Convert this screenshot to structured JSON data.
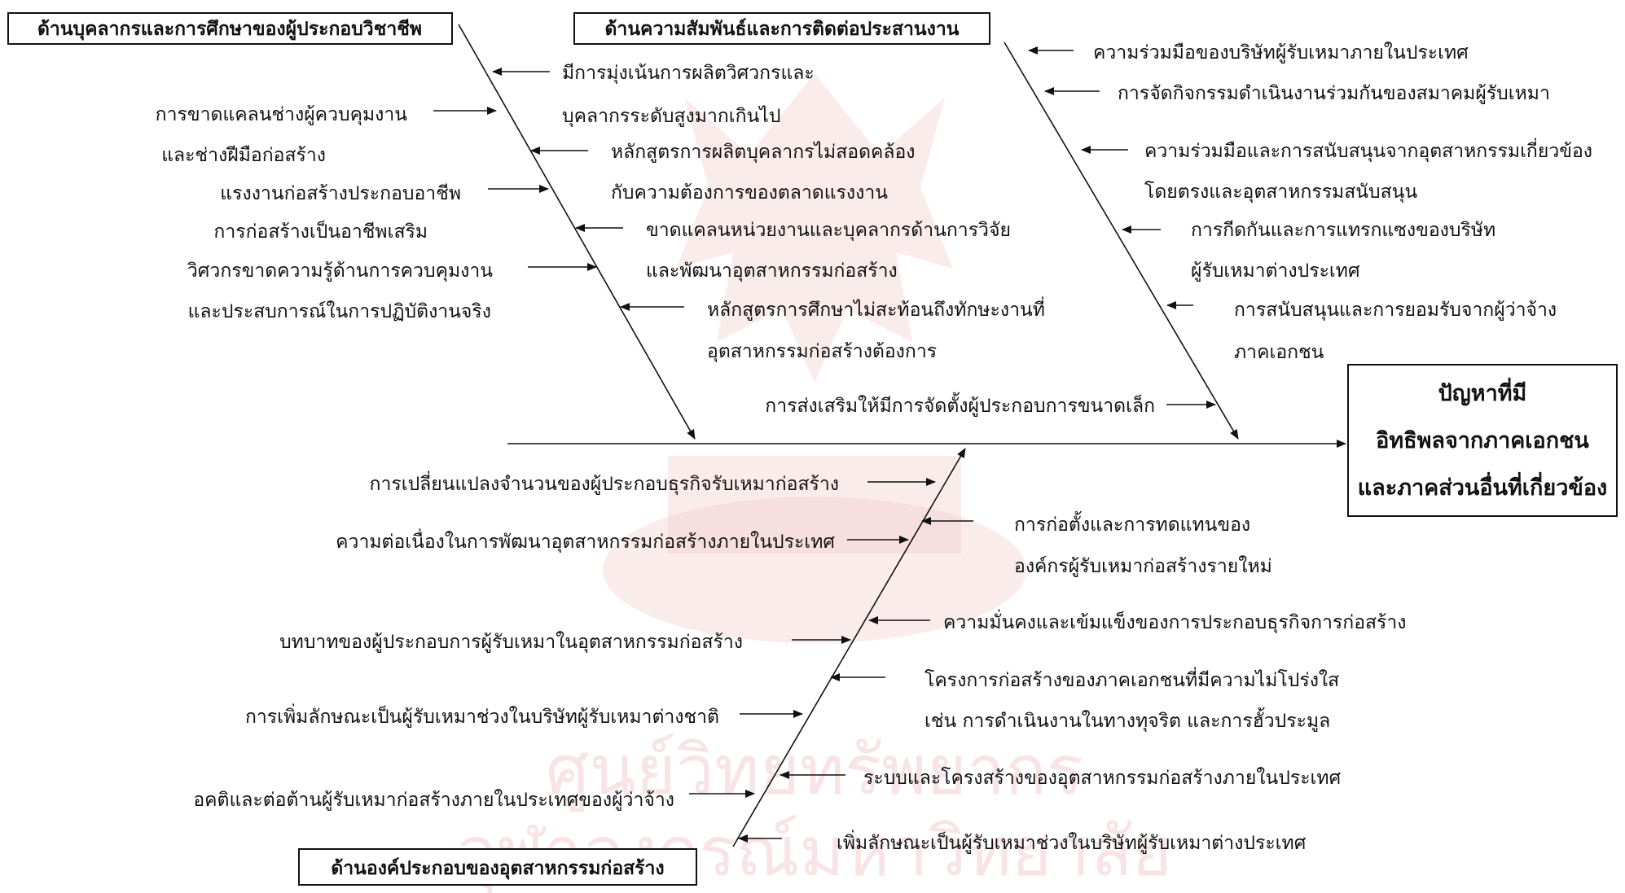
{
  "categories": {
    "personnel": "ด้านบุคลากรและการศึกษาของผู้ประกอบวิชาชีพ",
    "relations": "ด้านความสัมพันธ์และการติดต่อประสานงาน",
    "components": "ด้านองค์ประกอบของอุตสาหกรรมก่อสร้าง"
  },
  "effect": {
    "line1": "ปัญหาที่มี",
    "line2": "อิทธิพลจากภาคเอกชน",
    "line3": "และภาคส่วนอื่นที่เกี่ยวข้อง"
  },
  "personnel_causes": {
    "c1_l1": "มีการมุ่งเน้นการผลิตวิศวกรและ",
    "c1_l2": "บุคลากรระดับสูงมากเกินไป",
    "c2_l1": "การขาดแคลนช่างผู้ควบคุมงาน",
    "c2_l2": "และช่างฝีมือก่อสร้าง",
    "c3_l1": "หลักสูตรการผลิตบุคลากรไม่สอดคล้อง",
    "c3_l2": "กับความต้องการของตลาดแรงงาน",
    "c4_l1": "แรงงานก่อสร้างประกอบอาชีพ",
    "c4_l2": "การก่อสร้างเป็นอาชีพเสริม",
    "c5_l1": "ขาดแคลนหน่วยงานและบุคลากรด้านการวิจัย",
    "c5_l2": "และพัฒนาอุตสาหกรรมก่อสร้าง",
    "c6_l1": "วิศวกรขาดความรู้ด้านการควบคุมงาน",
    "c6_l2": "และประสบการณ์ในการปฏิบัติงานจริง",
    "c7_l1": "หลักสูตรการศึกษาไม่สะท้อนถึงทักษะงานที่",
    "c7_l2": "อุตสาหกรรมก่อสร้างต้องการ"
  },
  "relations_causes": {
    "c1": "ความร่วมมือของบริษัทผู้รับเหมาภายในประเทศ",
    "c2": "การจัดกิจกรรมดำเนินงานร่วมกันของสมาคมผู้รับเหมา",
    "c3_l1": "ความร่วมมือและการสนับสนุนจากอุตสาหกรรมเกี่ยวข้อง",
    "c3_l2": "โดยตรงและอุตสาหกรรมสนับสนุน",
    "c4_l1": "การกีดกันและการแทรกแซงของบริษัท",
    "c4_l2": "ผู้รับเหมาต่างประเทศ",
    "c5_l1": "การสนับสนุนและการยอมรับจากผู้ว่าจ้าง",
    "c5_l2": "ภาคเอกชน",
    "c6": "การส่งเสริมให้มีการจัดตั้งผู้ประกอบการขนาดเล็ก"
  },
  "components_causes": {
    "c1": "การเปลี่ยนแปลงจำนวนของผู้ประกอบธุรกิจรับเหมาก่อสร้าง",
    "c2": "ความต่อเนื่องในการพัฒนาอุตสาหกรรมก่อสร้างภายในประเทศ",
    "c3_l1": "การก่อตั้งและการทดแทนของ",
    "c3_l2": "องค์กรผู้รับเหมาก่อสร้างรายใหม่",
    "c4": "ความมั่นคงและเข้มแข็งของการประกอบธุรกิจการก่อสร้าง",
    "c5": "บทบาทของผู้ประกอบการผู้รับเหมาในอุตสาหกรรมก่อสร้าง",
    "c6_l1": "โครงการก่อสร้างของภาคเอกชนที่มีความไม่โปร่งใส",
    "c6_l2": "เช่น การดำเนินงานในทางทุจริต และการฮั้วประมูล",
    "c7": "การเพิ่มลักษณะเป็นผู้รับเหมาช่วงในบริษัทผู้รับเหมาต่างชาติ",
    "c8": "ระบบและโครงสร้างของอุตสาหกรรมก่อสร้างภายในประเทศ",
    "c9": "อคติและต่อต้านผู้รับเหมาก่อสร้างภายในประเทศของผู้ว่าจ้าง",
    "c10": "เพิ่มลักษณะเป็นผู้รับเหมาช่วงในบริษัทผู้รับเหมาต่างประเทศ"
  },
  "watermark": {
    "line1": "ศูนย์วิทยทรัพยากร",
    "line2": "จุฬาลงกรณ์มหาวิทยาลัย"
  }
}
